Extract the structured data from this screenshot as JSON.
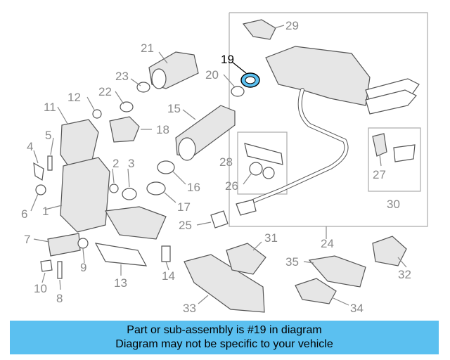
{
  "diagram": {
    "highlighted_part": "19",
    "highlight_color": "#5bc0f0",
    "callouts": [
      "1",
      "2",
      "3",
      "4",
      "5",
      "6",
      "7",
      "8",
      "9",
      "10",
      "11",
      "12",
      "13",
      "14",
      "15",
      "16",
      "17",
      "18",
      "19",
      "20",
      "21",
      "22",
      "23",
      "24",
      "25",
      "26",
      "27",
      "28",
      "29",
      "30",
      "31",
      "32",
      "33",
      "34",
      "35"
    ]
  },
  "banner": {
    "line1": "Part or sub-assembly is #19 in diagram",
    "line2": "Diagram may not be specific to your vehicle",
    "color": "#5bc0f0"
  }
}
